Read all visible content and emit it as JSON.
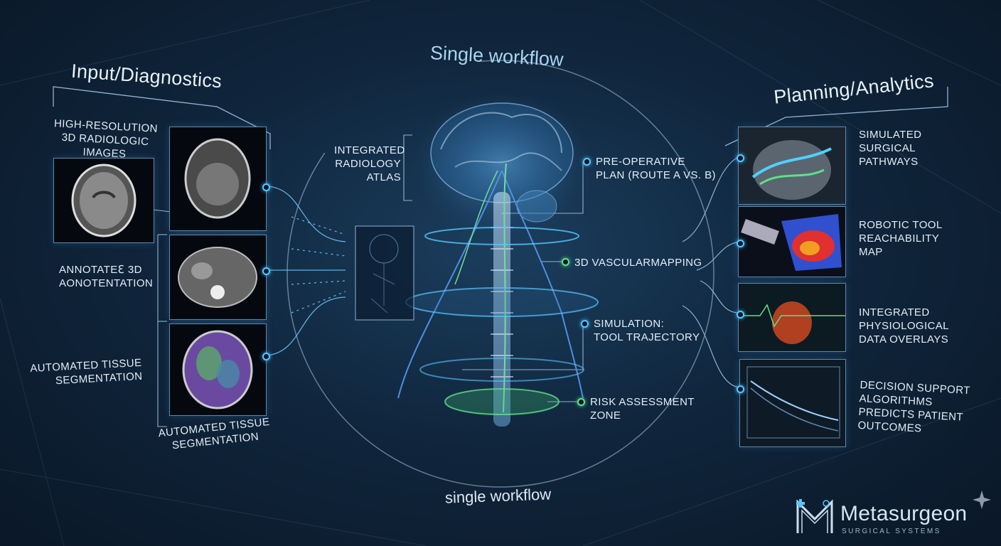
{
  "headings": {
    "input": "Input/Diagnostics",
    "planning": "Planning/Analytics",
    "workflow_top": "Single workflow",
    "workflow_bottom": "single workflow"
  },
  "left_labels": {
    "hires": [
      "HIGH-RESOLUTION",
      "3D RADIOLOGIC",
      "IMAGES"
    ],
    "annotated": [
      "ANNOTATEℇ 3D",
      "AONOTENTATION"
    ],
    "segmentation": [
      "AUTOMATED TISSUE",
      "SEGMENTATION"
    ],
    "segmentation_bottom": [
      "AUTOMATED TISSUE",
      "SEGMENTATION"
    ]
  },
  "center_labels": {
    "atlas": [
      "INTEGRATED",
      "RADIOLOGY",
      "ATLAS"
    ],
    "preop": [
      "PRE-OPERATIVE",
      "PLAN (ROUTE A vs. B)"
    ],
    "vascular": "3D VASCULARMAPPING",
    "simulation": [
      "SIMULATION:",
      "TOOL TRAJECTORY"
    ],
    "risk": [
      "RISK ASSESSMENT",
      "ZONE"
    ]
  },
  "right_labels": {
    "pathways": [
      "SIMULATED",
      "SURGICAL",
      "PATHWAYS"
    ],
    "robotic": [
      "ROBOTIC TOOL",
      "REACHABILITY",
      "MAP"
    ],
    "physio": [
      "INTEGRATED",
      "PHYSIOLOGICAL",
      "DATA OVERLAYS"
    ],
    "decision": [
      "DECISION SUPPORT",
      "ALGORITHMS",
      "PREDICTS PATIENT",
      "OUTCOMES"
    ]
  },
  "brand": {
    "name": "Metasurgeon",
    "tagline": "SURGICAL SYSTEMS"
  },
  "icons": {
    "logo": "medical-cross-m-logo",
    "corner": "four-point-star-icon"
  },
  "colors": {
    "accent_blue": "#58c6ff",
    "accent_green": "#5fe08a",
    "background": "#10263d"
  }
}
